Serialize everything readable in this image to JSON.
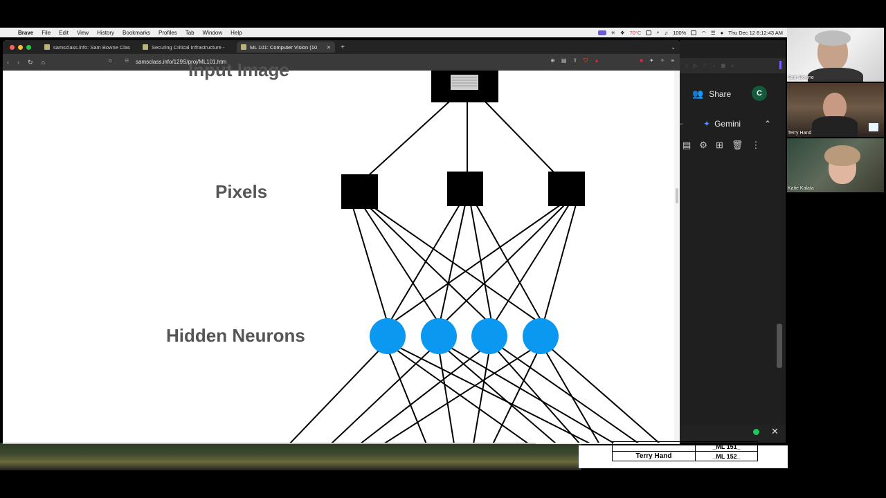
{
  "menubar": {
    "app": "Brave",
    "items": [
      "File",
      "Edit",
      "View",
      "History",
      "Bookmarks",
      "Profiles",
      "Tab",
      "Window",
      "Help"
    ],
    "temperature": "70°C",
    "battery": "100%",
    "datetime": "Thu Dec 12  8:12:43 AM"
  },
  "browser": {
    "tabs": [
      {
        "title": "samsclass.info: Sam Bowne Clas"
      },
      {
        "title": "Securing Critical Infrastructure -"
      },
      {
        "title": "ML 101: Computer Vision (10"
      }
    ],
    "url": "samsclass.info/129S/proj/ML101.htm"
  },
  "diagram": {
    "labels": {
      "input": "Input Image",
      "pixels": "Pixels",
      "hidden": "Hidden Neurons"
    },
    "colors": {
      "neuron": "#0b98f0",
      "pixel": "#000000"
    }
  },
  "sidepanel": {
    "share_label": "Share",
    "avatar_initial": "C",
    "gemini_label": "Gemini"
  },
  "participants": [
    {
      "name": "Sam Bowne"
    },
    {
      "name": "Terry Hand"
    },
    {
      "name": "Katie Kalata"
    }
  ],
  "sheet": {
    "rows": [
      {
        "name": "",
        "code": "_ML 151_"
      },
      {
        "name": "Terry Hand",
        "code": "_ML 152_"
      }
    ]
  }
}
